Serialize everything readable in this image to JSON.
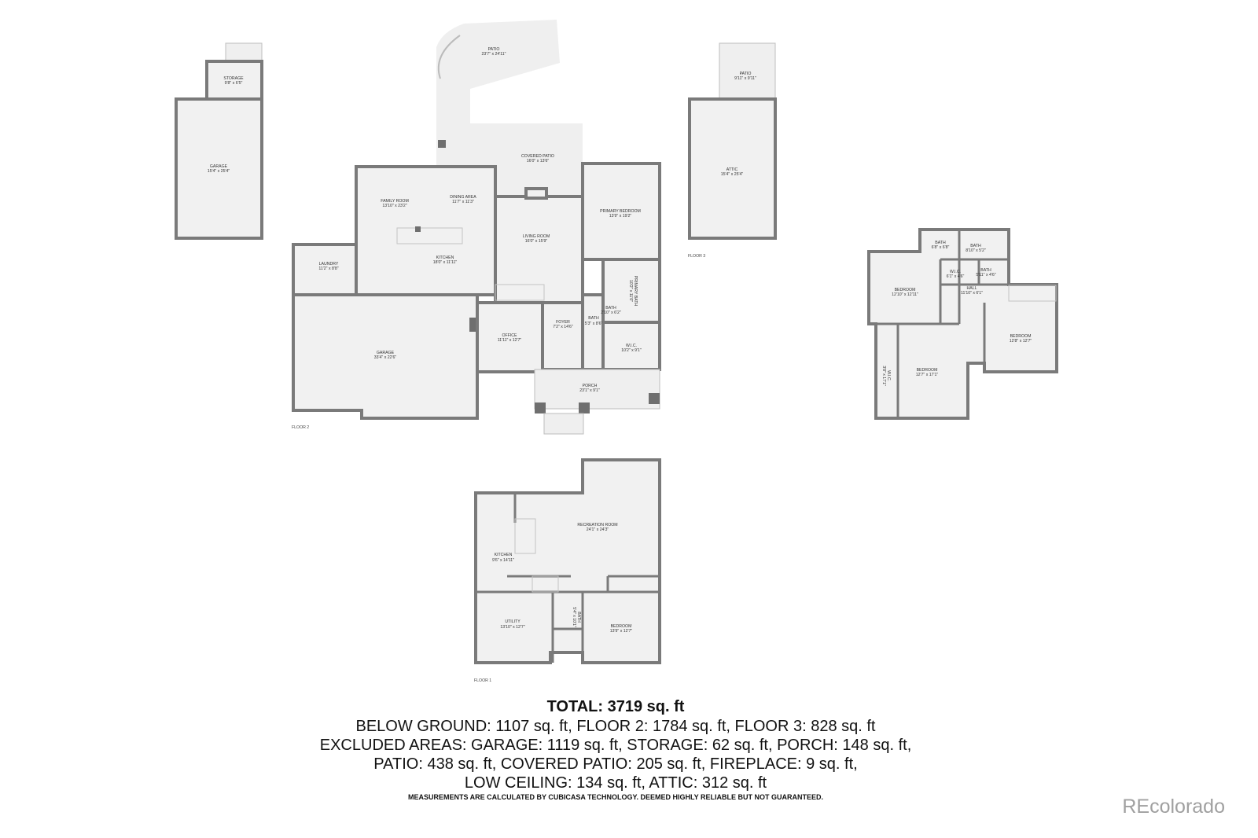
{
  "floors": {
    "floor1": "FLOOR 1",
    "floor2": "FLOOR 2",
    "floor3": "FLOOR 3"
  },
  "rooms": {
    "storage": {
      "name": "STORAGE",
      "dims": "9'8\" x 6'5\""
    },
    "garage_small": {
      "name": "GARAGE",
      "dims": "15'4\" x 25'4\""
    },
    "patio": {
      "name": "PATIO",
      "dims": "23'7\" x 24'11\""
    },
    "covered_patio": {
      "name": "COVERED PATIO",
      "dims": "16'0\" x 13'6\""
    },
    "family_room": {
      "name": "FAMILY ROOM",
      "dims": "13'10\" x 23'2\""
    },
    "dining_area": {
      "name": "DINING AREA",
      "dims": "11'7\" x 11'3\""
    },
    "kitchen": {
      "name": "KITCHEN",
      "dims": "18'0\" x 11'11\""
    },
    "laundry": {
      "name": "LAUNDRY",
      "dims": "11'2\" x 8'8\""
    },
    "garage_main": {
      "name": "GARAGE",
      "dims": "33'4\" x 22'6\""
    },
    "living_room": {
      "name": "LIVING ROOM",
      "dims": "16'0\" x 15'9\""
    },
    "primary_bedroom": {
      "name": "PRIMARY BEDROOM",
      "dims": "13'9\" x 19'2\""
    },
    "primary_bath": {
      "name": "PRIMARY BATH",
      "dims": "10'2\" x 11'0\""
    },
    "bath_a": {
      "name": "BATH",
      "dims": "2'10\" x 6'2\""
    },
    "bath_b": {
      "name": "BATH",
      "dims": "5'3\" x 8'6\""
    },
    "office": {
      "name": "OFFICE",
      "dims": "11'11\" x 12'7\""
    },
    "foyer": {
      "name": "FOYER",
      "dims": "7'2\" x 14'6\""
    },
    "wic_main": {
      "name": "W.I.C.",
      "dims": "10'2\" x 9'1\""
    },
    "porch": {
      "name": "PORCH",
      "dims": "23'1\" x 9'1\""
    },
    "attic_patio": {
      "name": "PATIO",
      "dims": "9'11\" x 9'11\""
    },
    "attic": {
      "name": "ATTIC",
      "dims": "15'4\" x 25'4\""
    },
    "up_bath1": {
      "name": "BATH",
      "dims": "6'8\" x 6'8\""
    },
    "up_bath2": {
      "name": "BATH",
      "dims": "8'10\" x 5'2\""
    },
    "up_wic": {
      "name": "W.I.C.",
      "dims": "6'1\" x 4'6\""
    },
    "up_bath3": {
      "name": "BATH",
      "dims": "5'11\" x 4'6\""
    },
    "hall": {
      "name": "HALL",
      "dims": "11'10\" x 6'1\""
    },
    "bedroom1": {
      "name": "BEDROOM",
      "dims": "12'10\" x 12'11\""
    },
    "bedroom2": {
      "name": "BEDROOM",
      "dims": "12'8\" x 12'7\""
    },
    "bedroom3": {
      "name": "BEDROOM",
      "dims": "12'7\" x 17'1\""
    },
    "up_wic2": {
      "name": "W.I.C.",
      "dims": "3'8\" x 17'1\""
    },
    "rec_room": {
      "name": "RECREATION ROOM",
      "dims": "24'1\" x 24'3\""
    },
    "kitchen_lower": {
      "name": "KITCHEN",
      "dims": "9'6\" x 14'11\""
    },
    "utility": {
      "name": "UTILITY",
      "dims": "13'10\" x 12'7\""
    },
    "bath_lower": {
      "name": "BATH",
      "dims": "5'4\" x 10'1\""
    },
    "bedroom_lower": {
      "name": "BEDROOM",
      "dims": "13'9\" x 12'7\""
    }
  },
  "summary": {
    "total": "TOTAL: 3719 sq. ft",
    "lines": [
      "BELOW GROUND: 1107 sq. ft, FLOOR 2: 1784 sq. ft, FLOOR 3: 828 sq. ft",
      "EXCLUDED AREAS: GARAGE: 1119 sq. ft, STORAGE: 62 sq. ft, PORCH: 148 sq. ft,",
      "PATIO: 438 sq. ft, COVERED PATIO: 205 sq. ft, FIREPLACE: 9 sq. ft,",
      "LOW CEILING: 134 sq. ft, ATTIC: 312 sq. ft"
    ],
    "disclaimer": "MEASUREMENTS ARE CALCULATED BY CUBICASA TECHNOLOGY. DEEMED HIGHLY RELIABLE BUT NOT GUARANTEED."
  },
  "brand": "REcolorado"
}
